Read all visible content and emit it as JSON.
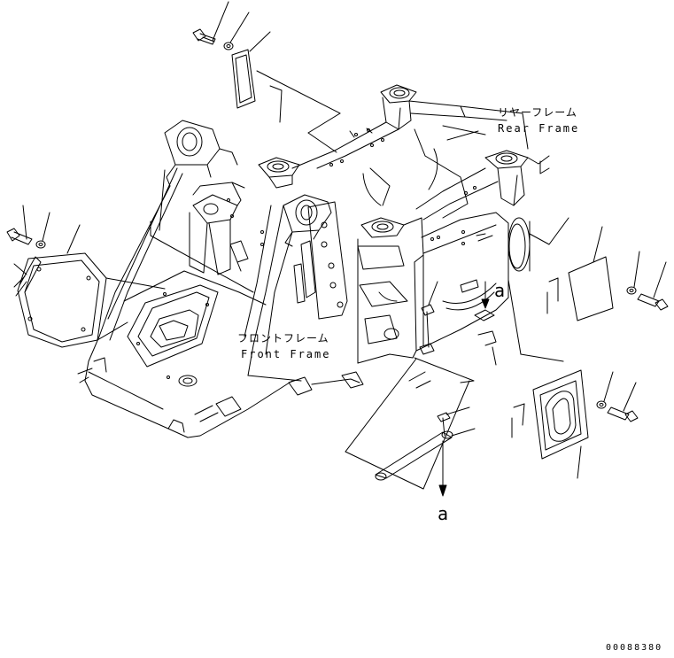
{
  "labels": {
    "rear_frame_jp": "リヤーフレーム",
    "rear_frame_en": "Rear Frame",
    "front_frame_jp": "フロントフレーム",
    "front_frame_en": "Front Frame",
    "detail_mark_upper": "a",
    "detail_mark_lower": "a",
    "drawing_number": "00088380"
  },
  "colors": {
    "line": "#000000",
    "background": "#ffffff"
  }
}
